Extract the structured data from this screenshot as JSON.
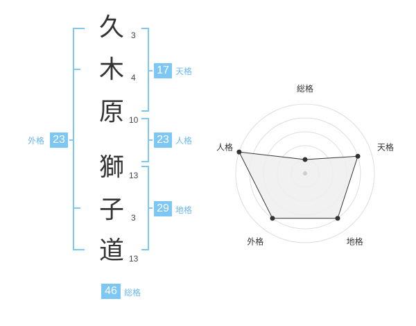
{
  "name_chars": [
    {
      "char": "久",
      "strokes": "3"
    },
    {
      "char": "木",
      "strokes": "4"
    },
    {
      "char": "原",
      "strokes": "10"
    },
    {
      "char": "獅",
      "strokes": "13"
    },
    {
      "char": "子",
      "strokes": "3"
    },
    {
      "char": "道",
      "strokes": "13"
    }
  ],
  "fortune": {
    "tenkaku": {
      "label": "天格",
      "value": "17"
    },
    "jinkaku": {
      "label": "人格",
      "value": "23"
    },
    "chikaku": {
      "label": "地格",
      "value": "29"
    },
    "gaikaku": {
      "label": "外格",
      "value": "23"
    },
    "soukaku": {
      "label": "総格",
      "value": "46"
    }
  },
  "radar": {
    "axes": [
      "総格",
      "天格",
      "地格",
      "外格",
      "人格"
    ],
    "values": [
      1,
      4,
      4,
      4,
      5
    ],
    "max": 5,
    "colors": {
      "ring": "#dddddd",
      "fill": "#eeeeee",
      "line": "#333333",
      "point": "#333333"
    }
  },
  "colors": {
    "accent": "#7dc7f5",
    "accent_text": "#6ab8ee"
  }
}
